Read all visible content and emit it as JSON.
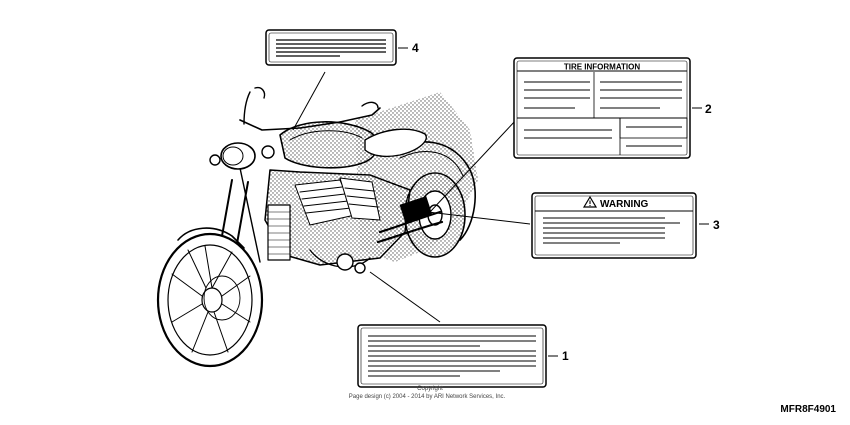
{
  "labels": {
    "callout_1": "1",
    "callout_2": "2",
    "callout_3": "3",
    "callout_4": "4"
  },
  "tire_label": {
    "heading": "TIRE  INFORMATION"
  },
  "warning_label": {
    "heading": "WARNING"
  },
  "footer": {
    "copyright": "Copyright",
    "page_design": "Page design (c) 2004 - 2014 by ARI Network Services, Inc.",
    "diagram_code": "MFR8F4901"
  }
}
